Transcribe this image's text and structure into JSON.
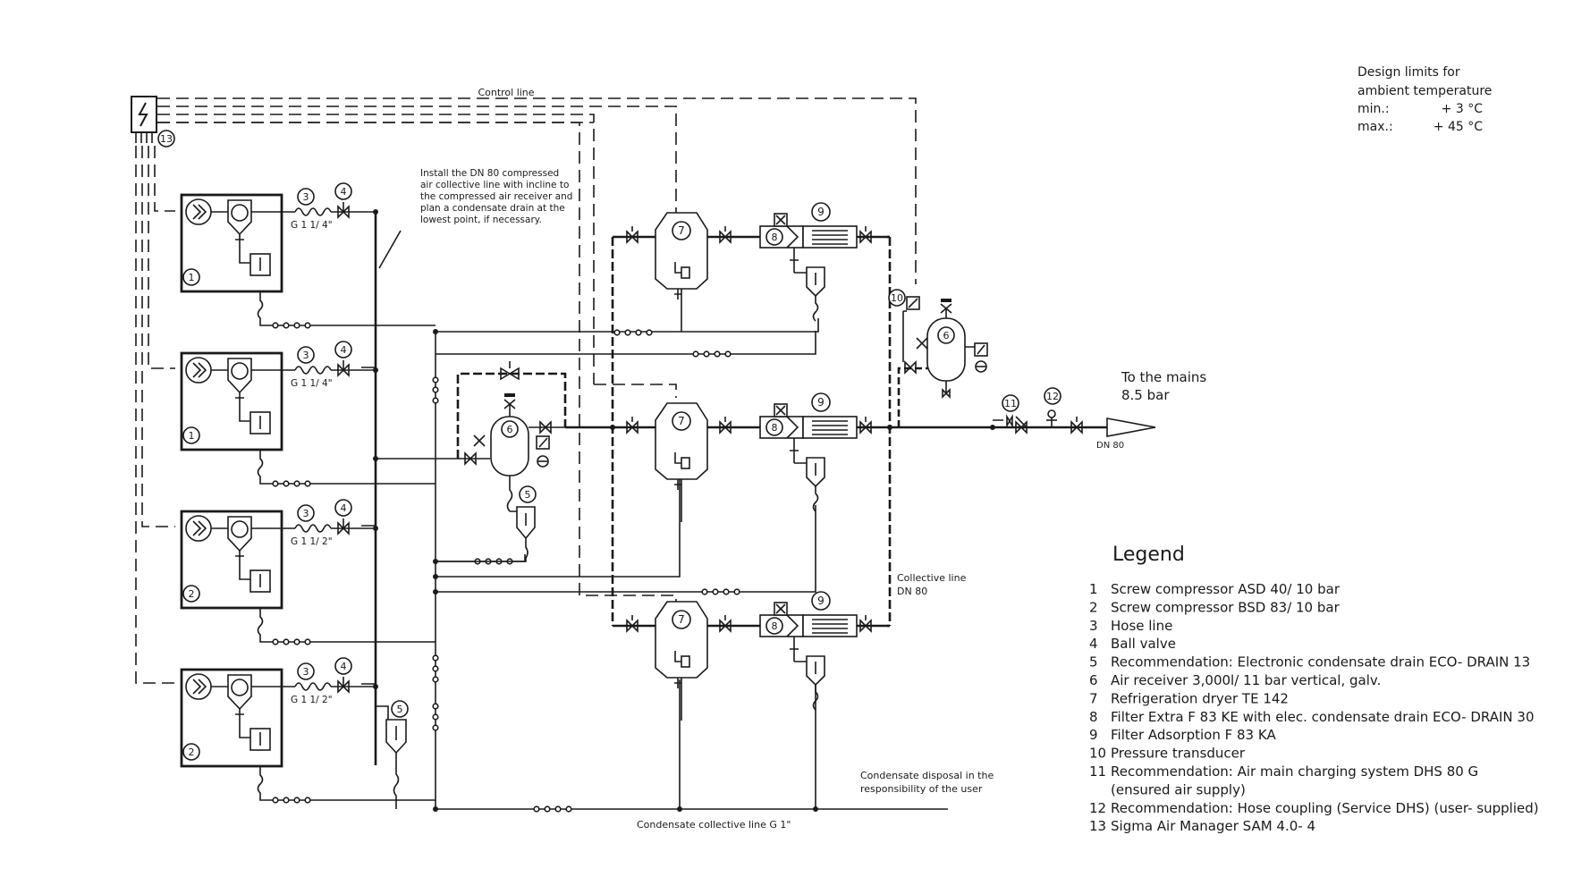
{
  "notes": {
    "control_line": "Control line",
    "install_note": [
      "Install the DN 80 compressed",
      "air collective line with incline to",
      "the compressed air receiver and",
      "plan a condensate drain at the",
      "lowest point, if necessary."
    ],
    "to_mains": [
      "To the mains",
      "8.5 bar"
    ],
    "dn80": "DN 80",
    "collective_line": [
      "Collective line",
      "DN 80"
    ],
    "condensate_disposal": [
      "Condensate disposal in the",
      "responsibility of the user"
    ],
    "condensate_collective": "Condensate collective line G 1\""
  },
  "design_limits": {
    "title": [
      "Design limits for",
      "ambient temperature"
    ],
    "min_label": "min.:",
    "min_value": "+ 3 °C",
    "max_label": "max.:",
    "max_value": "+ 45 °C"
  },
  "compressors": [
    {
      "type_no": "1",
      "hose_no": "3",
      "valve_no": "4",
      "size": "G 1 1/ 4\""
    },
    {
      "type_no": "1",
      "hose_no": "3",
      "valve_no": "4",
      "size": "G 1 1/ 4\""
    },
    {
      "type_no": "2",
      "hose_no": "3",
      "valve_no": "4",
      "size": "G 1 1/ 2\""
    },
    {
      "type_no": "2",
      "hose_no": "3",
      "valve_no": "4",
      "size": "G 1 1/ 2\""
    }
  ],
  "callouts": {
    "sam": "13",
    "drain_main": "5",
    "drain_receiver": "5",
    "receiver_mid": "6",
    "receiver_right": "6",
    "dryer": "7",
    "filter_extra": "8",
    "filter_adsorption": "9",
    "pressure_transducer": "10",
    "charging_system": "11",
    "hose_coupling": "12"
  },
  "legend": {
    "title": "Legend",
    "items": [
      {
        "num": "1",
        "text": "Screw compressor ASD 40/ 10 bar"
      },
      {
        "num": "2",
        "text": "Screw compressor BSD 83/ 10 bar"
      },
      {
        "num": "3",
        "text": "Hose line"
      },
      {
        "num": "4",
        "text": "Ball valve"
      },
      {
        "num": "5",
        "text": "Recommendation: Electronic condensate drain ECO- DRAIN 13"
      },
      {
        "num": "6",
        "text": "Air receiver 3,000l/ 11 bar vertical, galv."
      },
      {
        "num": "7",
        "text": "Refrigeration dryer TE 142"
      },
      {
        "num": "8",
        "text": "Filter Extra F 83 KE with elec. condensate drain ECO- DRAIN 30"
      },
      {
        "num": "9",
        "text": "Filter Adsorption F 83 KA"
      },
      {
        "num": "10",
        "text": "Pressure transducer"
      },
      {
        "num": "11",
        "text": "Recommendation: Air main charging system DHS 80 G"
      },
      {
        "num": "",
        "text": "(ensured air supply)"
      },
      {
        "num": "12",
        "text": "Recommendation: Hose coupling (Service DHS) (user- supplied)"
      },
      {
        "num": "13",
        "text": "Sigma Air Manager SAM 4.0- 4"
      }
    ]
  }
}
